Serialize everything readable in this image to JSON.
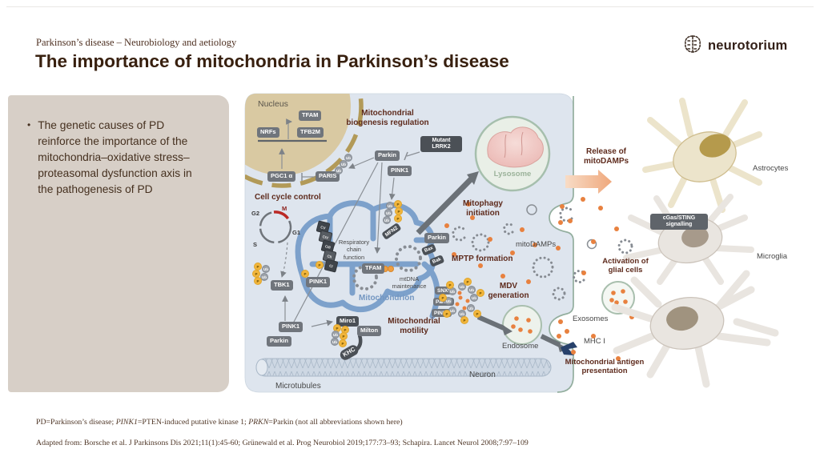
{
  "header": {
    "eyebrow": "Parkinson’s disease – Neurobiology and aetiology",
    "title": "The importance of mitochondria in Parkinson’s disease",
    "brand": "neurotorium"
  },
  "sidebar": {
    "bullet_marker": "•",
    "bullet": "The genetic causes of PD reinforce the importance of the mitochondria–oxidative stress–proteasomal dysfunction axis in the pathogenesis of PD"
  },
  "diagram": {
    "labels": {
      "nucleus": "Nucleus",
      "biogenesis": "Mitochondrial biogenesis regulation",
      "cell_cycle": "Cell cycle control",
      "respiratory": "Respiratory chain function",
      "mtdna": "mtDNA maintenance",
      "mitochondrion": "Mitochondrion",
      "mitophagy": "Mitophagy initiation",
      "lysosome": "Lysosome",
      "mptp": "MPTP formation",
      "mitodamps": "mitoDAMPs",
      "mdv": "MDV generation",
      "endosome": "Endosome",
      "release": "Release of mitoDAMPs",
      "activation": "Activation of glial cells",
      "exosomes": "Exosomes",
      "mhc1": "MHC I",
      "antigen": "Mitochondrial antigen presentation",
      "astrocytes": "Astrocytes",
      "microglia": "Microglia",
      "cgas_line1": "cGas/STING",
      "cgas_line2": "signalling",
      "motility": "Mitochondrial motility",
      "microtubules": "Microtubules",
      "neuron": "Neuron"
    },
    "boxes": {
      "nrfs": "NRFs",
      "tfam": "TFAM",
      "tfb2m": "TFB2M",
      "pgc1a": "PGC1 α",
      "paris": "PARIS",
      "parkin": "Parkin",
      "pink1": "PINK1",
      "mutant_lrrk2": "Mutant LRRK2",
      "tbk1": "TBK1",
      "mfn2": "MFN2",
      "bax": "Bax",
      "bak": "Bak",
      "snx9": "SNX9",
      "miro1": "Miro1",
      "milton": "Milton",
      "khc": "KHC"
    },
    "phases": {
      "g2": "G2",
      "m": "M",
      "g1": "G1",
      "s": "S"
    },
    "complexes": [
      "CV",
      "CIV",
      "CIII",
      "CII",
      "CI"
    ],
    "tags": {
      "ub": "Ub",
      "p": "P"
    }
  },
  "footer": {
    "abbrev_a": "PD=Parkinson’s disease; ",
    "abbrev_b": "PINK1",
    "abbrev_c": "=PTEN-induced putative kinase 1; ",
    "abbrev_d": "PRKN",
    "abbrev_e": "=Parkin (not all abbreviations shown here)",
    "source": "Adapted from: Borsche et al. J Parkinsons Dis 2021;11(1):45-60; Grünewald et al. Prog Neurobiol 2019;177:73–93; Schapira. Lancet Neurol 2008;7:97–109"
  },
  "colors": {
    "title_brown": "#38200f",
    "heading_maroon": "#5e2b1d",
    "sidebar_bg": "#d7cfc7",
    "cell_fill": "#dee5ee",
    "membrane_green": "#93ae9e",
    "mito_blue": "#7da1cb",
    "nucleus_tan": "#d9c9a2",
    "lysosome_green": "#a6bfad",
    "lysosome_pink": "#eab7b3",
    "orange_dot": "#e8813f",
    "ub_gray": "#9aa0a8",
    "p_yellow": "#f2b63c",
    "astrocyte_tan": "#ece4cb",
    "microglia_gray": "#e9e5e0"
  }
}
